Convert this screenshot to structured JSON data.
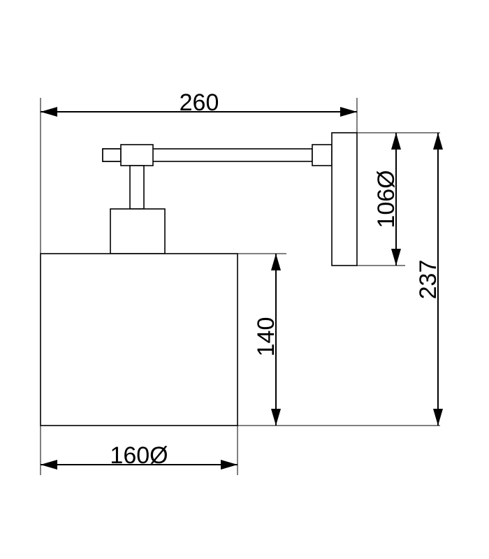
{
  "dimensions": {
    "overall_width": "260",
    "backplate_diameter": "106Ø",
    "overall_height": "237",
    "shade_height": "140",
    "shade_diameter": "160Ø"
  }
}
